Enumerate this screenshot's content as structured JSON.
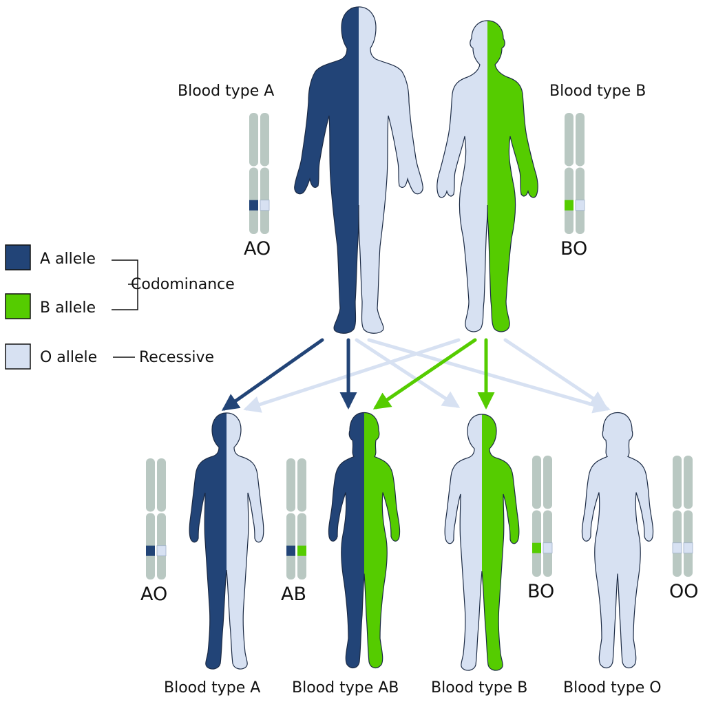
{
  "colors": {
    "a_allele": "#224477",
    "b_allele": "#55cc00",
    "o_allele": "#d7e1f2",
    "chromosome": "#b9c8c2",
    "outline": "#1b2a44"
  },
  "legend": {
    "a_allele": "A allele",
    "b_allele": "B allele",
    "o_allele": "O allele",
    "codominance": "Codominance",
    "recessive": "Recessive"
  },
  "parents": {
    "father": {
      "blood_type": "Blood type A",
      "genotype": "AO",
      "left_allele": "A",
      "right_allele": "O"
    },
    "mother": {
      "blood_type": "Blood type B",
      "genotype": "BO",
      "left_allele": "O",
      "right_allele": "B"
    }
  },
  "children": [
    {
      "blood_type": "Blood type A",
      "genotype": "AO",
      "left_allele": "A",
      "right_allele": "O"
    },
    {
      "blood_type": "Blood type AB",
      "genotype": "AB",
      "left_allele": "A",
      "right_allele": "B"
    },
    {
      "blood_type": "Blood type B",
      "genotype": "BO",
      "left_allele": "O",
      "right_allele": "B"
    },
    {
      "blood_type": "Blood type O",
      "genotype": "OO",
      "left_allele": "O",
      "right_allele": "O"
    }
  ]
}
